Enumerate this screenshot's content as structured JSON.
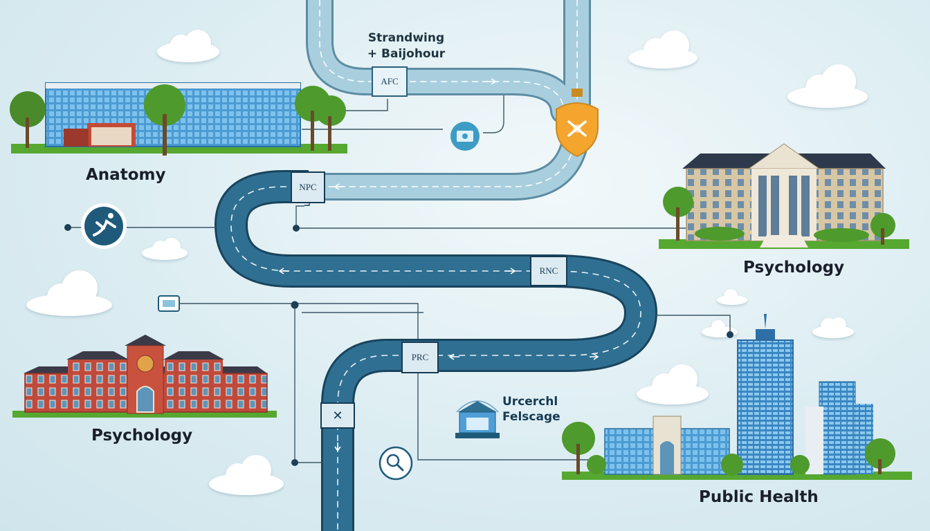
{
  "top_caption": {
    "line1": "Strandwing",
    "line2": "+ Baijohour"
  },
  "labels": {
    "anatomy": "Anatomy",
    "psychology_right": "Psychology",
    "psychology_left": "Psychology",
    "public_health": "Public Health"
  },
  "nodes": {
    "afc": "AFC",
    "npc": "NPC",
    "rnc": "RNC",
    "prc": "PRC",
    "x": "✕"
  },
  "feature": {
    "line1": "Urcerchl",
    "line2": "Felscage"
  },
  "colors": {
    "road_light": "#9cc6d8",
    "road_dark": "#2f6b8c",
    "brick": "#c0483a",
    "glass": "#4f9fd6",
    "stone": "#d9c9a8",
    "tree": "#5aa532",
    "badge": "#f3a630",
    "icon_circle": "#1f5a7a"
  },
  "icons": [
    "runner-icon",
    "money-icon",
    "id-card-icon",
    "search-icon",
    "shield-emblem-icon",
    "arrow-icon"
  ]
}
